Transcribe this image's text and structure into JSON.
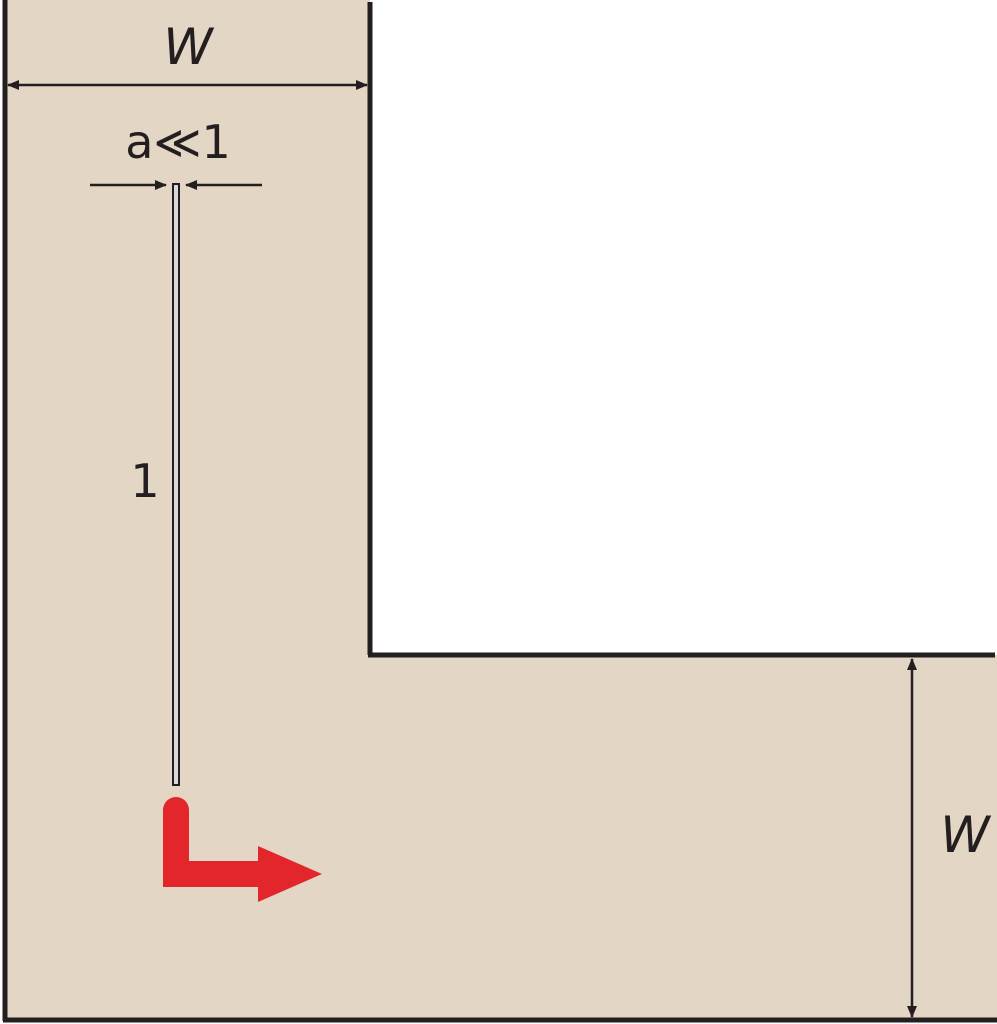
{
  "diagram": {
    "colors": {
      "region_fill": "#e4d6c4",
      "wall_stroke": "#231f20",
      "arrow_red": "#e3262b",
      "needle_fill": "#d9d9d9"
    },
    "labels": {
      "top_width": "W",
      "needle_width": "a≪1",
      "needle_length": "1",
      "right_width": "W"
    },
    "icons": {
      "corner_flow_arrow": "red-bent-arrow-icon"
    }
  }
}
